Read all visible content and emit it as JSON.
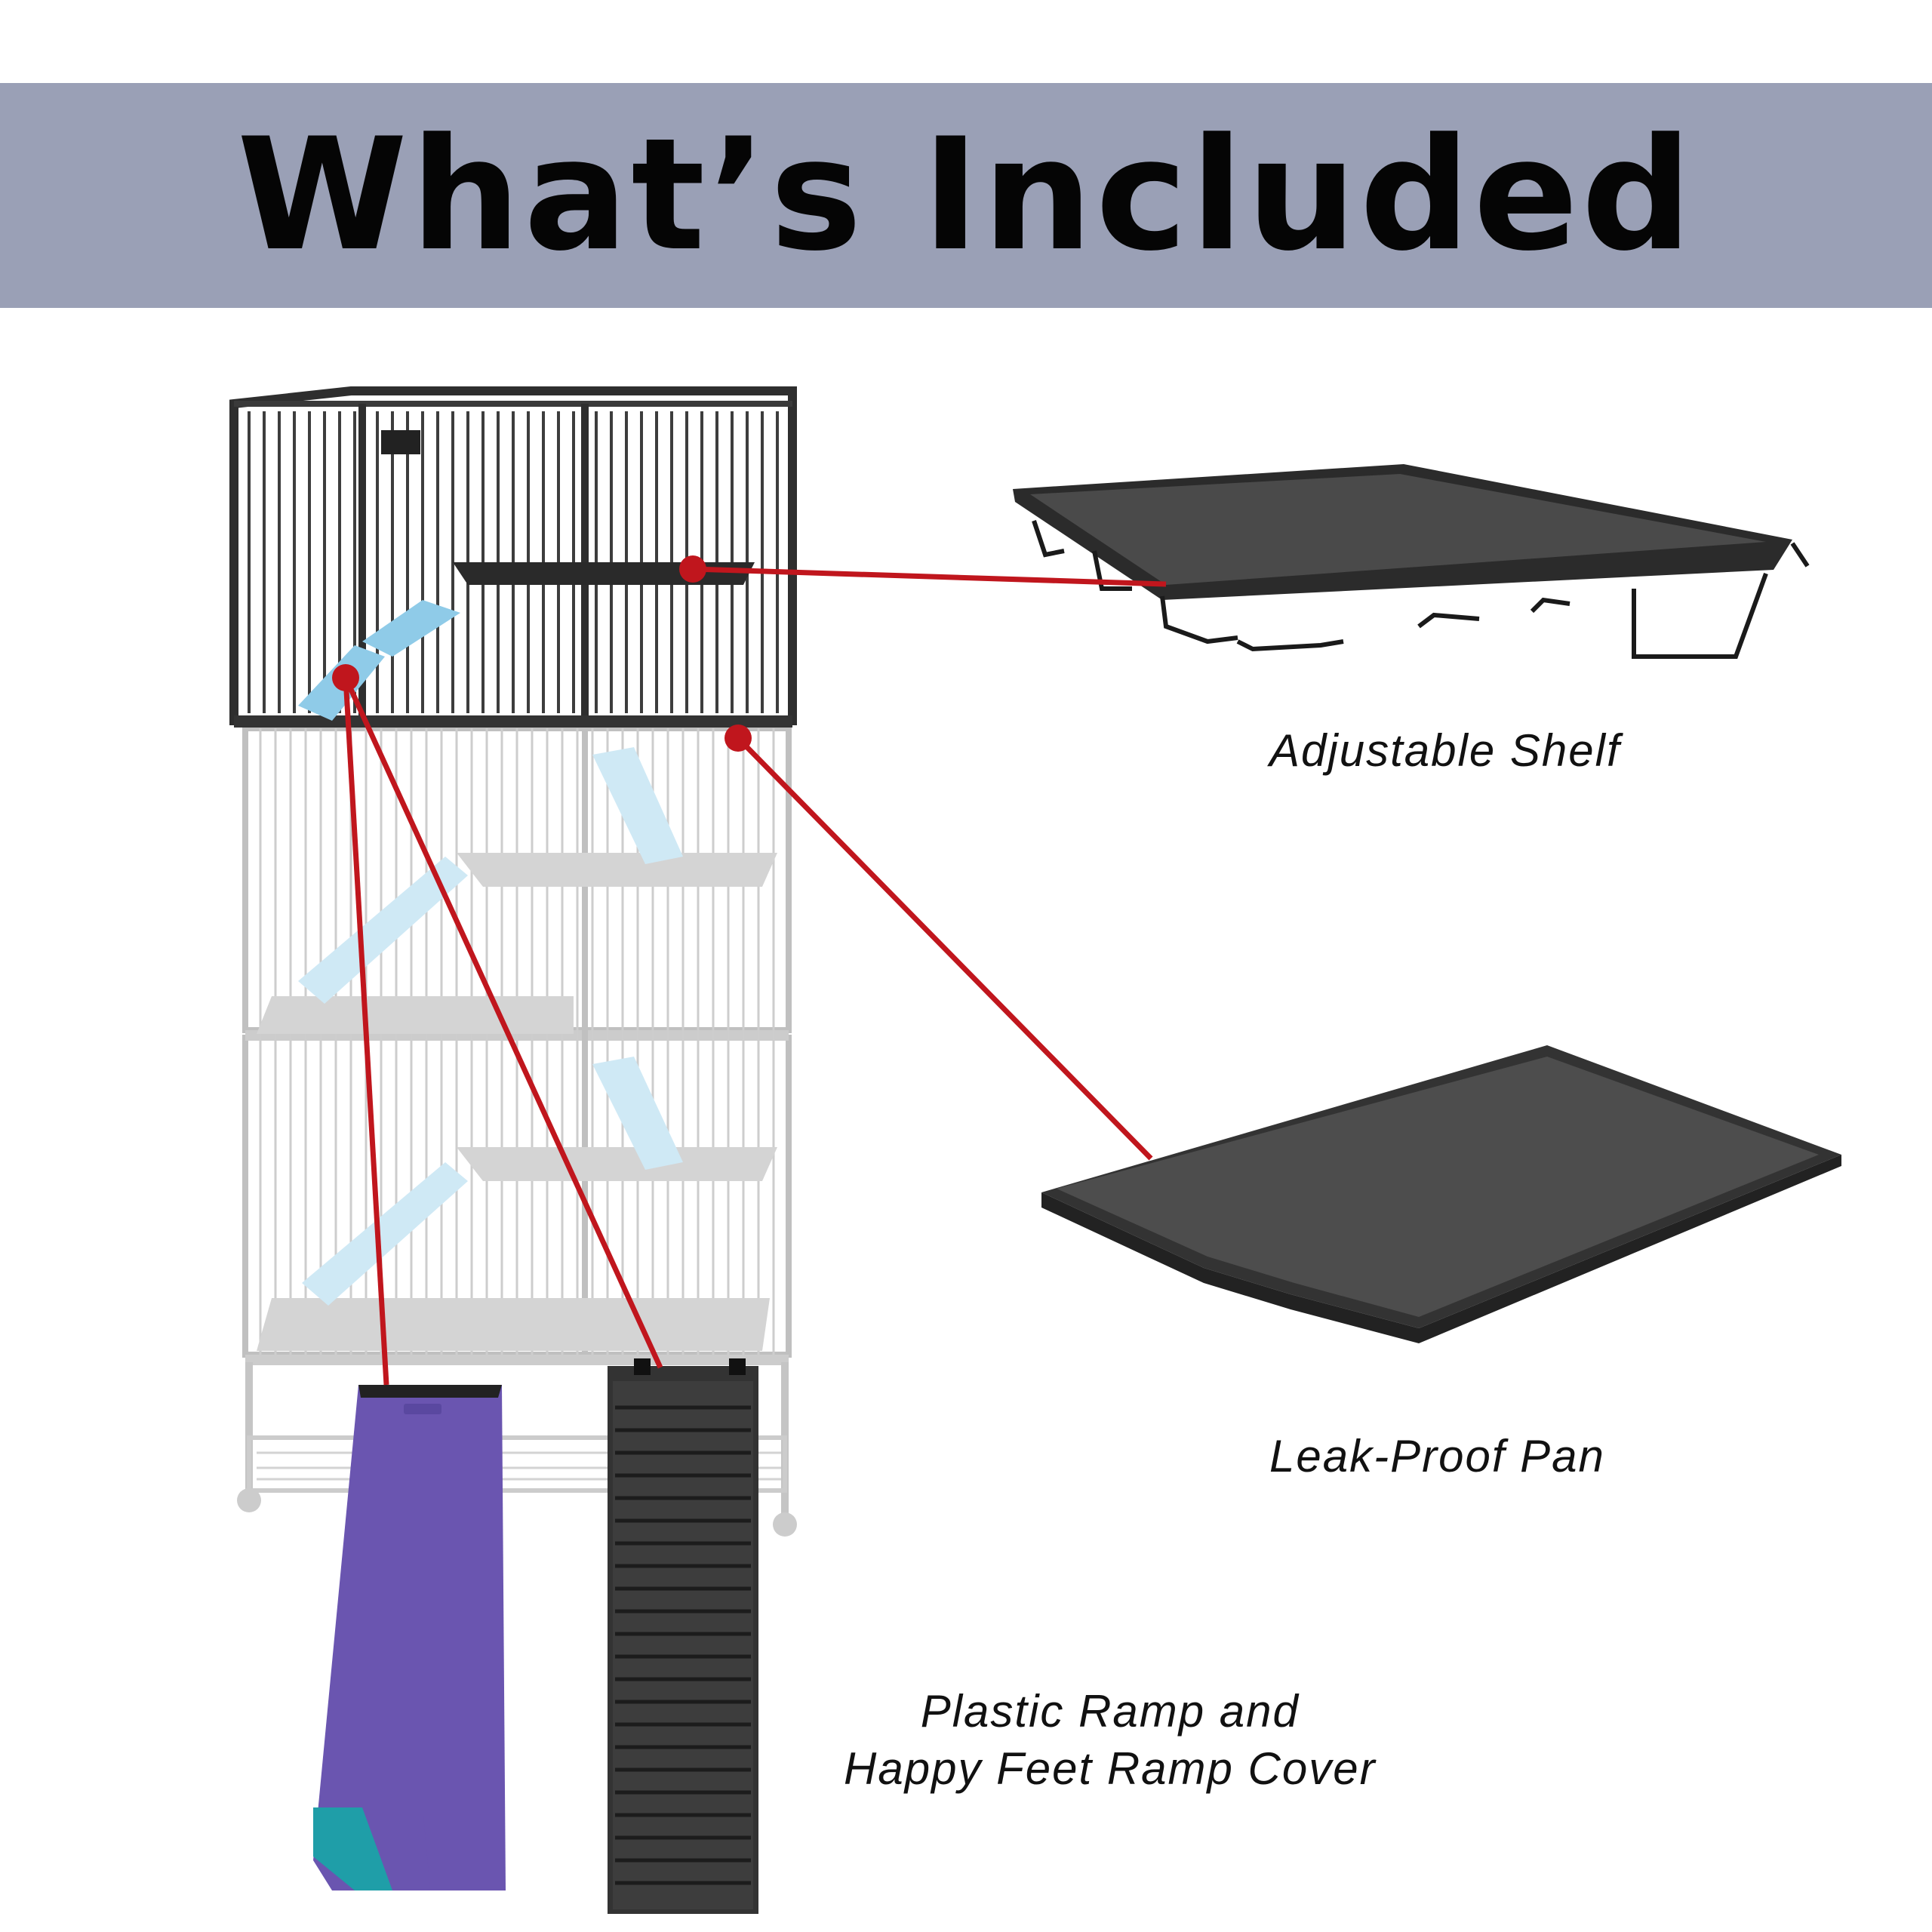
{
  "banner": {
    "title": "What’s Included"
  },
  "captions": {
    "adjustable_shelf": "Adjustable Shelf",
    "leak_proof_pan": "Leak-Proof Pan",
    "ramp_line1": "Plastic Ramp and",
    "ramp_line2": "Happy Feet Ramp Cover"
  },
  "colors": {
    "banner_bg": "#9aa0b6",
    "callout_red": "#c0161d",
    "ramp_cover_purple": "#6a55b0",
    "ramp_cover_teal": "#1f9ea8",
    "cage_ramp_blue": "#8fcbe8",
    "accessory_black": "#2a2a2a"
  }
}
